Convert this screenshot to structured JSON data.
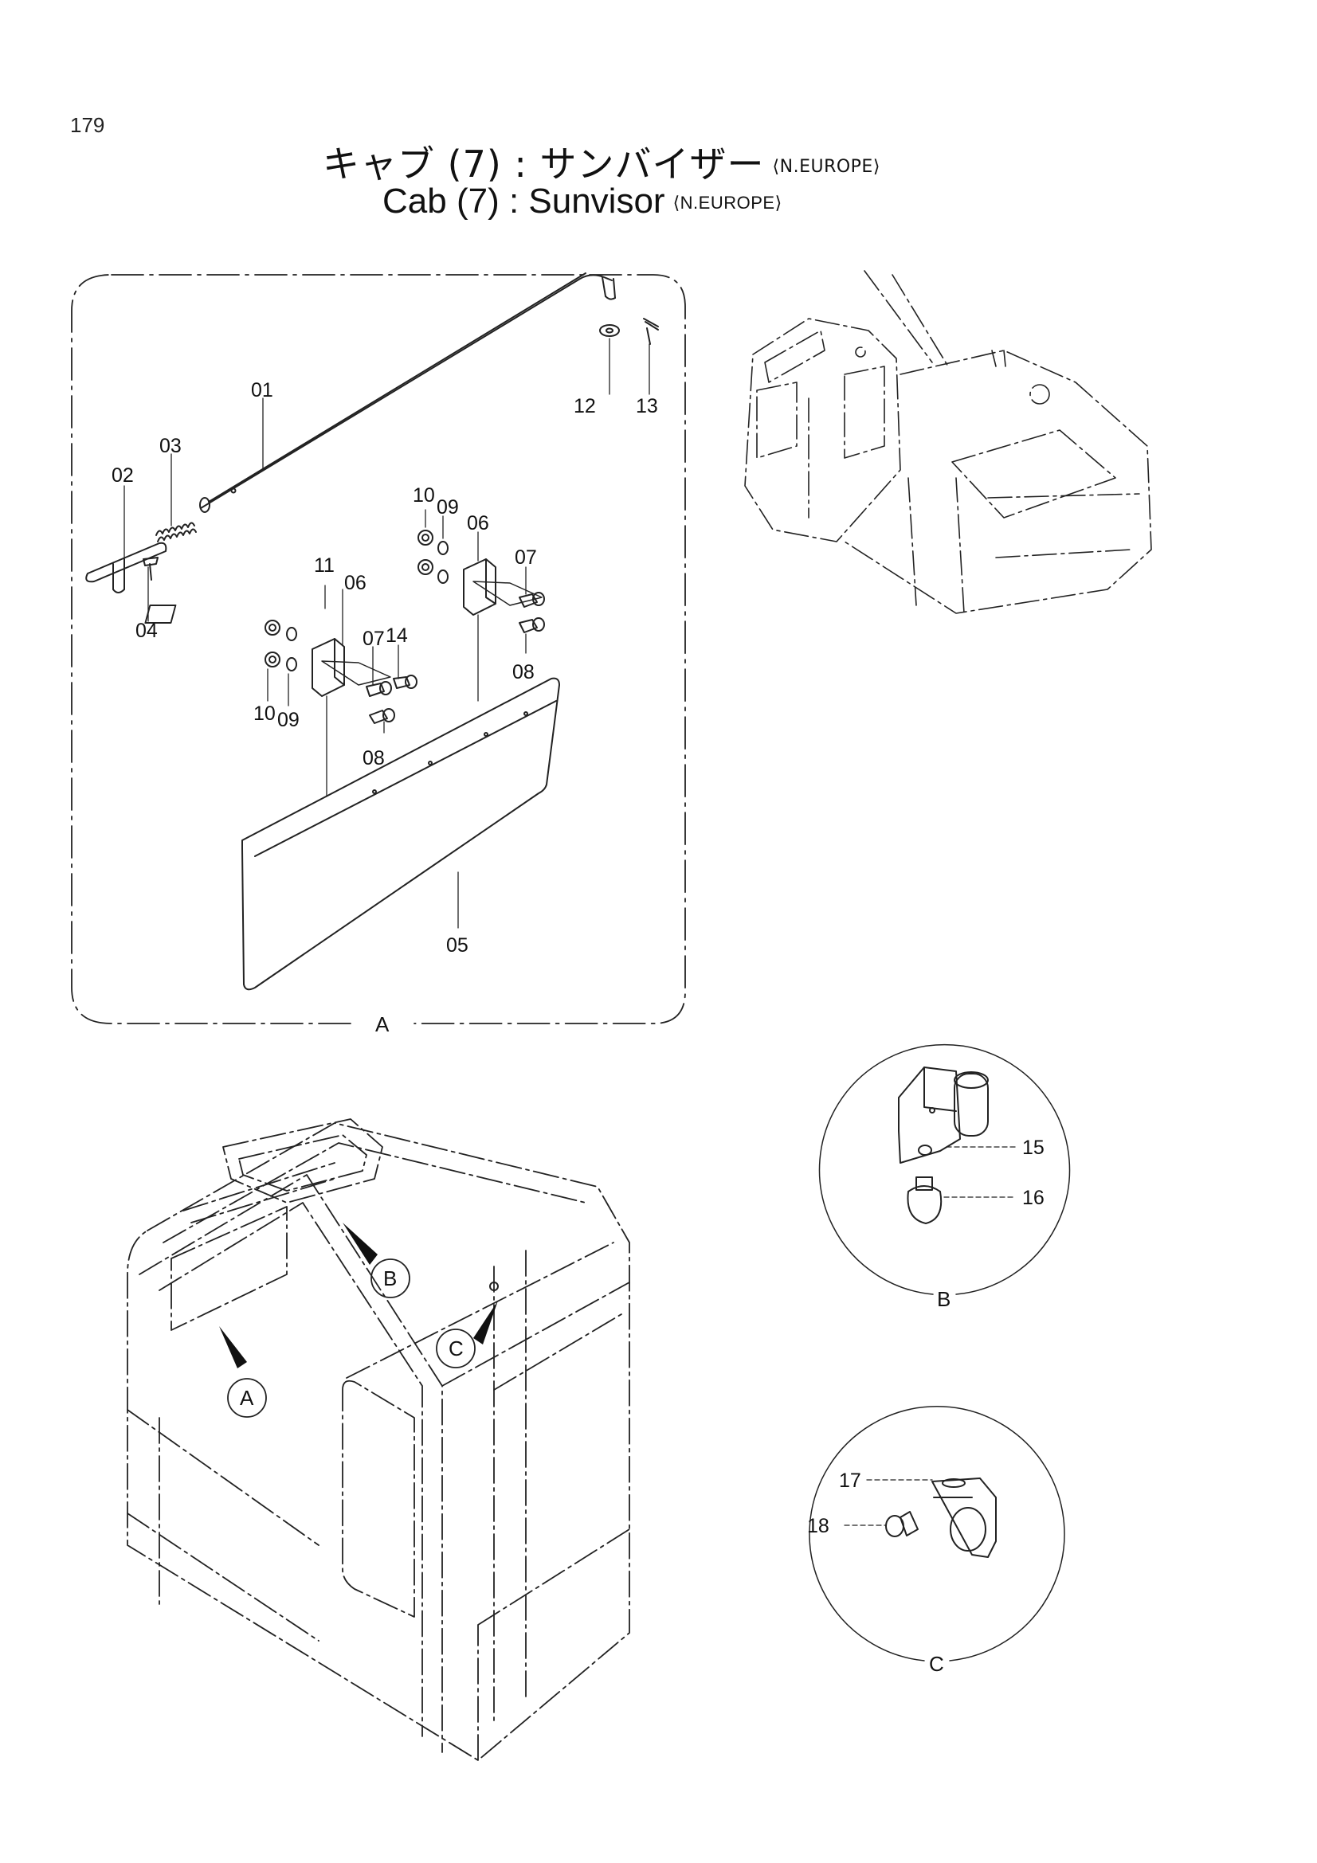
{
  "page_number": "179",
  "title_ja": {
    "main": "キャブ (7) : サンバイザー",
    "region": "⟨N.EUROPE⟩"
  },
  "title_en": {
    "main": "Cab (7) : Sunvisor",
    "region": "⟨N.EUROPE⟩"
  },
  "part_labels": {
    "p01": "01",
    "p02": "02",
    "p03": "03",
    "p04": "04",
    "p05": "05",
    "p06a": "06",
    "p06b": "06",
    "p07a": "07",
    "p07b": "07",
    "p08a": "08",
    "p08b": "08",
    "p09a": "09",
    "p09b": "09",
    "p10a": "10",
    "p10b": "10",
    "p11": "11",
    "p12": "12",
    "p13": "13",
    "p14": "14",
    "p15": "15",
    "p16": "16",
    "p17": "17",
    "p18": "18"
  },
  "detail_labels": {
    "box_a": "A",
    "circle_b": "B",
    "circle_c": "C",
    "marker_a": "A",
    "marker_b": "B",
    "marker_c": "C"
  }
}
